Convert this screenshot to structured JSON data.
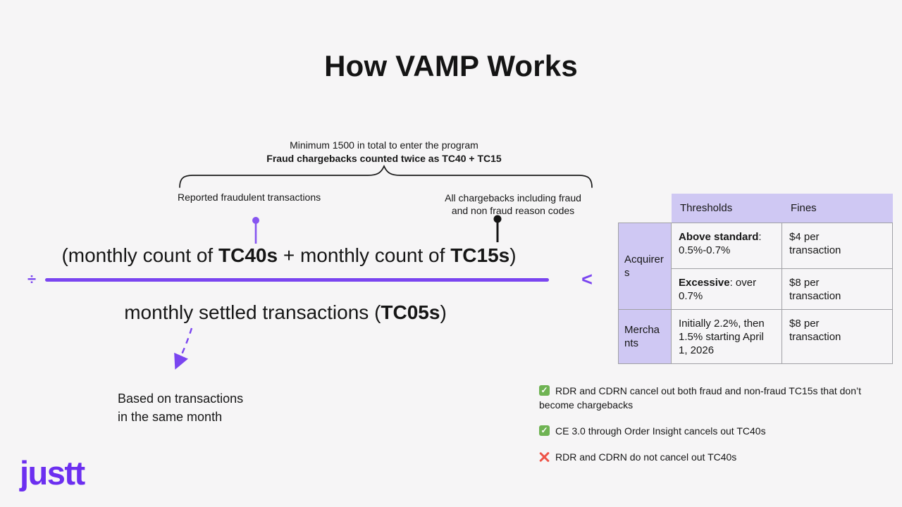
{
  "colors": {
    "accent": "#7a45f0",
    "logo": "#6c2ff0",
    "pin_purple": "#8655f0",
    "lavender": "#cfc8f3",
    "cell_bg": "#f6f5f7",
    "border_gray": "#a0a0a5",
    "check_green": "#6fb353",
    "cross_red": "#ee5448",
    "page_bg": "#f6f5f6"
  },
  "header": {
    "title": "How VAMP Works"
  },
  "annotation": {
    "top_line1": "Minimum 1500 in total to enter the program",
    "top_line2": "Fraud chargebacks counted twice as TC40 + TC15",
    "left_label": "Reported fraudulent transactions",
    "right_label_line1": "All chargebacks including fraud",
    "right_label_line2": "and non fraud reason codes"
  },
  "formula": {
    "divide_sign": "÷",
    "numerator": [
      "(monthly count of ",
      "TC40s",
      " + monthly count of ",
      "TC15s",
      ")"
    ],
    "denominator": [
      "monthly settled transactions (",
      "TC05s",
      ")"
    ],
    "less_than": "<"
  },
  "note": {
    "line1": "Based on transactions",
    "line2": "in the same month"
  },
  "table": {
    "header_thresholds": "Thresholds",
    "header_fines": "Fines",
    "acquirers_label": "Acquirers",
    "merchants_label": "Merchants",
    "row1_threshold_bold": "Above standard",
    "row1_threshold_rest": ": 0.5%-0.7%",
    "row1_fine": "$4 per transaction",
    "row2_threshold_bold": "Excessive",
    "row2_threshold_rest": ": over 0.7%",
    "row2_fine": "$8 per transaction",
    "row3_threshold": "Initially 2.2%, then 1.5% starting April 1, 2026",
    "row3_fine": "$8 per transaction"
  },
  "bullets": [
    {
      "icon": "check",
      "text": "RDR and CDRN cancel out both fraud and non-fraud TC15s that don’t become chargebacks"
    },
    {
      "icon": "check",
      "text": "CE 3.0 through Order Insight cancels out TC40s"
    },
    {
      "icon": "cross",
      "text": "RDR and CDRN do not cancel out TC40s"
    }
  ],
  "logo": {
    "text": "justt"
  }
}
